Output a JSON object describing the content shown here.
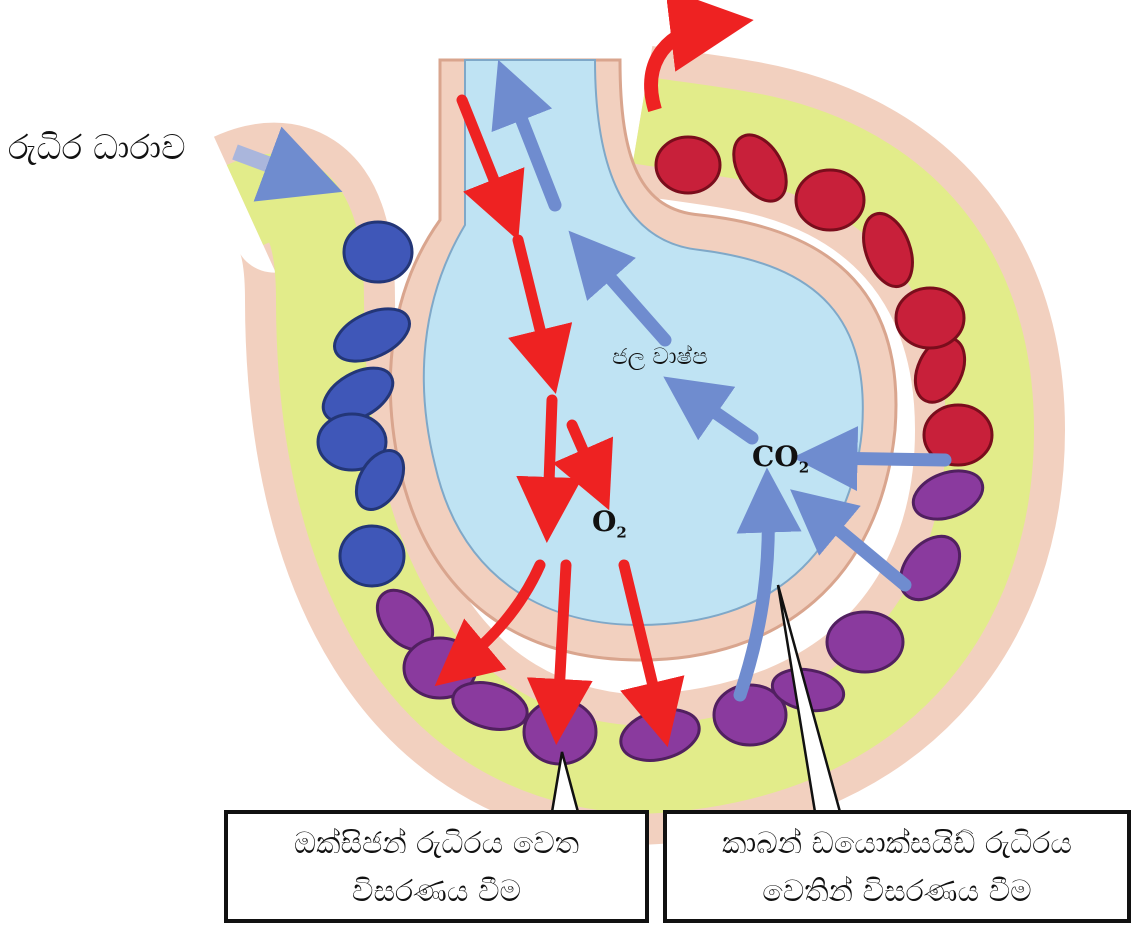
{
  "labels": {
    "blood_stream": "රුධිර ධාරාව",
    "water_vapour": "ජල වාෂ්ප",
    "o2_main": "O",
    "o2_sub": "2",
    "co2_main": "CO",
    "co2_sub": "2"
  },
  "boxes": {
    "oxygen_line1": "ඔක්සිජන් රුධිරය වෙත",
    "oxygen_line2": "විසරණය වීම",
    "co2_line1": "කාබන් ඩයොක්සයිඩ් රුධිරය",
    "co2_line2": "වෙතින් විසරණය වීම"
  },
  "colors": {
    "alveolus_air": "#bfe3f3",
    "vessel_wall": "#f2d0bf",
    "plasma": "#e2ec8a",
    "deoxygenated_cell": "#3f57b8",
    "mixed_cell": "#8a3a9e",
    "oxygenated_cell": "#c8203a",
    "oxygen_arrow": "#ee2222",
    "co2_arrow": "#6f8ccf"
  }
}
